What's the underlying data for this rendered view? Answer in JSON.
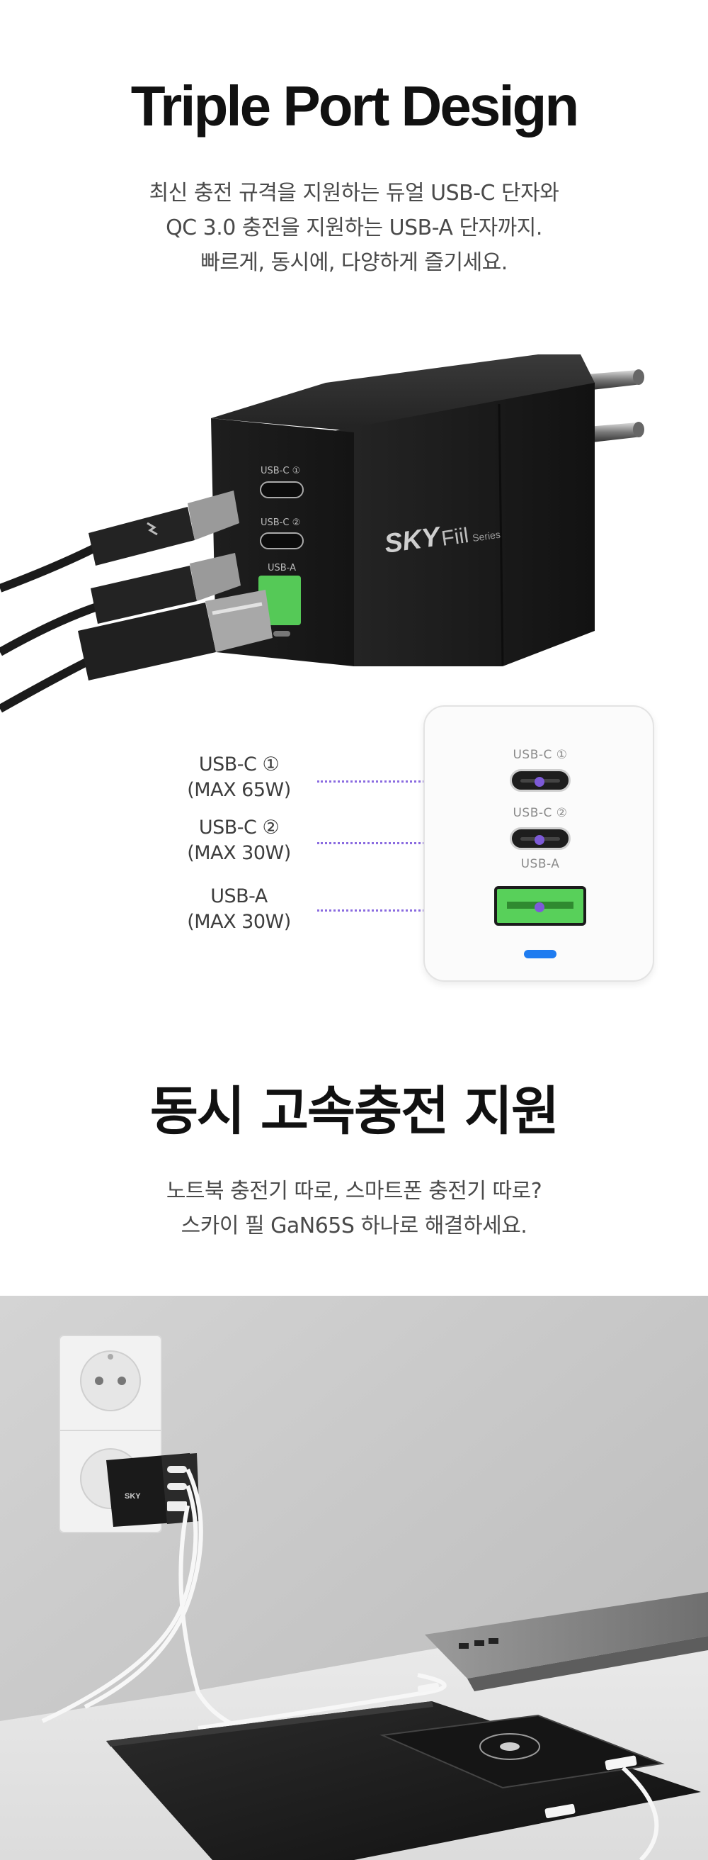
{
  "section1": {
    "title": "Triple Port Design",
    "lines": [
      "최신 충전 규격을 지원하는 듀얼 USB-C 단자와",
      "QC 3.0 충전을 지원하는 USB-A 단자까지.",
      "빠르게, 동시에, 다양하게 즐기세요."
    ]
  },
  "product": {
    "brand": "SKY",
    "model": "Fiil",
    "series": "Series",
    "side_port_labels": [
      "USB-C ①",
      "USB-C ②",
      "USB-A"
    ]
  },
  "ports": [
    {
      "name": "USB-C ①",
      "spec": "(MAX 65W)"
    },
    {
      "name": "USB-C ②",
      "spec": "(MAX 30W)"
    },
    {
      "name": "USB-A",
      "spec": "(MAX 30W)"
    }
  ],
  "front_labels": [
    "USB-C ①",
    "USB-C ②",
    "USB-A"
  ],
  "section2": {
    "title": "동시 고속충전 지원",
    "lines": [
      "노트북 충전기 따로, 스마트폰 충전기 따로?",
      "스카이 필 GaN65S 하나로 해결하세요."
    ]
  },
  "photo_charger_brand": "SKY",
  "colors": {
    "accent": "#7d5ad8",
    "usb_a_green": "#58d05a",
    "led_blue": "#1f7cf0",
    "charger_black": "#1a1a1a"
  }
}
